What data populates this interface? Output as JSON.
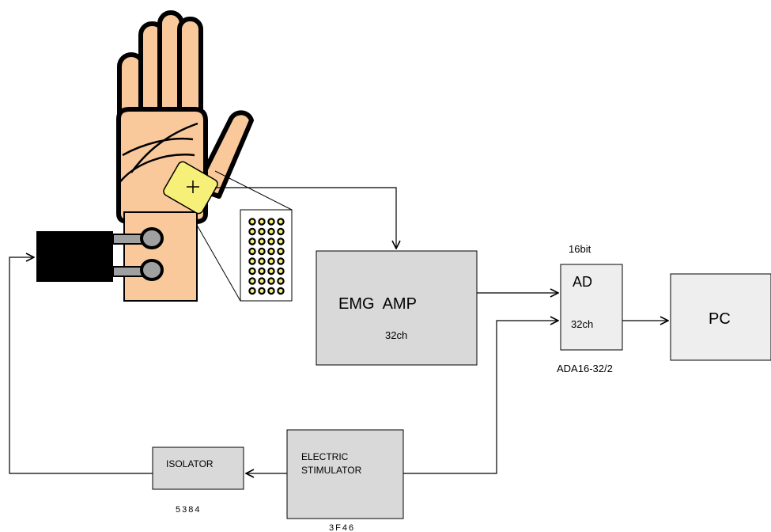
{
  "blocks": {
    "emg_amp": {
      "title": "EMG  AMP",
      "channels": "32ch"
    },
    "ad": {
      "title": "AD",
      "bits": "16bit",
      "channels": "32ch",
      "model": "ADA16-32/2"
    },
    "pc": {
      "title": "PC"
    },
    "stimulator": {
      "line1": "ELECTRIC",
      "line2": "STIMULATOR",
      "model": "3F46"
    },
    "isolator": {
      "title": "ISOLATOR",
      "model": "5384"
    }
  },
  "colors": {
    "skin": "#f9c99c",
    "electrode_pad": "#f6ef78",
    "block_fill": "#d9d9d9",
    "light_block_fill": "#eeeeee",
    "connector": "#000000",
    "lead_wire": "#a0a0a0"
  },
  "electrode_grid": {
    "rows": 8,
    "cols": 4
  },
  "icons": [
    "hand-icon",
    "electrode-pad-icon",
    "electrode-array-icon",
    "stimulation-connector-icon"
  ]
}
